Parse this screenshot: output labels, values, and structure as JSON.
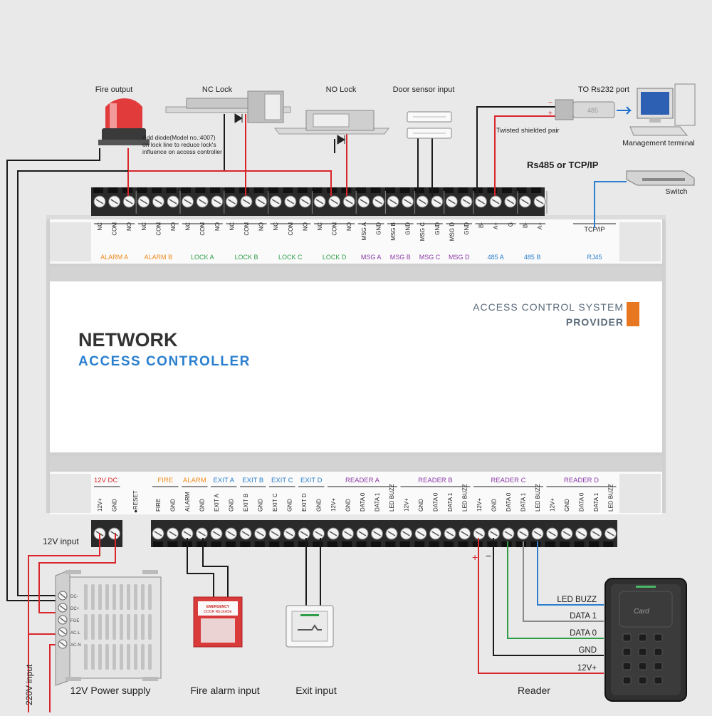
{
  "colors": {
    "orange": "#f08a1c",
    "green": "#2f9e47",
    "purple": "#8c3aa8",
    "blue": "#2a7fcf",
    "red": "#d8262c",
    "accent": "#e87722"
  },
  "controller": {
    "title": "NETWORK",
    "subtitle": "ACCESS CONTROLLER",
    "provider_line1": "ACCESS CONTROL SYSTEM",
    "provider_line2": "PROVIDER"
  },
  "top_terminals": [
    {
      "pins": [
        "NC",
        "COM",
        "NO"
      ],
      "group": "ALARM A",
      "color": "orange"
    },
    {
      "pins": [
        "NC",
        "COM",
        "NO"
      ],
      "group": "ALARM B",
      "color": "orange"
    },
    {
      "pins": [
        "NC",
        "COM",
        "NO"
      ],
      "group": "LOCK A",
      "color": "green"
    },
    {
      "pins": [
        "NC",
        "COM",
        "NO"
      ],
      "group": "LOCK B",
      "color": "green"
    },
    {
      "pins": [
        "NC",
        "COM",
        "NO"
      ],
      "group": "LOCK C",
      "color": "green"
    },
    {
      "pins": [
        "NC",
        "COM",
        "NO"
      ],
      "group": "LOCK D",
      "color": "green"
    },
    {
      "pins": [
        "MSG A",
        "GND"
      ],
      "group": "MSG A",
      "color": "purple"
    },
    {
      "pins": [
        "MSG B",
        "GND"
      ],
      "group": "MSG B",
      "color": "purple"
    },
    {
      "pins": [
        "MSG C",
        "GND"
      ],
      "group": "MSG C",
      "color": "purple"
    },
    {
      "pins": [
        "MSG D",
        "GND"
      ],
      "group": "MSG D",
      "color": "purple"
    },
    {
      "pins": [
        "B-",
        "A+",
        "G"
      ],
      "group": "485 A",
      "color": "blue"
    },
    {
      "pins": [
        "B-",
        "A+"
      ],
      "group": "485 B",
      "color": "blue"
    },
    {
      "pins": [
        "TCP/IP"
      ],
      "group": "RJ45",
      "color": "blue"
    }
  ],
  "bottom_terminals": [
    {
      "pins": [
        "12V+",
        "GND"
      ],
      "group": "12V DC",
      "color": "red"
    },
    {
      "pins": [
        "RESET"
      ],
      "group": "",
      "color": "orange"
    },
    {
      "pins": [
        "FIRE",
        "GND"
      ],
      "group": "FIRE",
      "color": "orange"
    },
    {
      "pins": [
        "ALARM",
        "GND"
      ],
      "group": "ALARM",
      "color": "orange"
    },
    {
      "pins": [
        "EXIT A",
        "GND"
      ],
      "group": "EXIT A",
      "color": "blue"
    },
    {
      "pins": [
        "EXIT B",
        "GND"
      ],
      "group": "EXIT B",
      "color": "blue"
    },
    {
      "pins": [
        "EXIT C",
        "GND"
      ],
      "group": "EXIT C",
      "color": "blue"
    },
    {
      "pins": [
        "EXIT D",
        "GND"
      ],
      "group": "EXIT D",
      "color": "blue"
    },
    {
      "pins": [
        "12V+",
        "GND",
        "DATA 0",
        "DATA 1",
        "LED BUZZ"
      ],
      "group": "READER A",
      "color": "purple"
    },
    {
      "pins": [
        "12V+",
        "GND",
        "DATA 0",
        "DATA 1",
        "LED BUZZ"
      ],
      "group": "READER B",
      "color": "purple"
    },
    {
      "pins": [
        "12V+",
        "GND",
        "DATA 0",
        "DATA 1",
        "LED BUZZ"
      ],
      "group": "READER C",
      "color": "purple"
    },
    {
      "pins": [
        "12V+",
        "GND",
        "DATA 0",
        "DATA 1",
        "LED BUZZ"
      ],
      "group": "READER D",
      "color": "purple"
    }
  ],
  "labels": {
    "fire_output": "Fire output",
    "nc_lock": "NC Lock",
    "no_lock": "NO Lock",
    "door_sensor": "Door sensor input",
    "to_rs232": "TO Rs232 port",
    "diode_note": [
      "Add diode(Model no.:4007)",
      "on lock line to reduce lock's",
      "influence on access controller"
    ],
    "twisted_pair": "Twisted shielded pair",
    "management_terminal": "Management terminal",
    "rs485_tcpip": "Rs485 or TCP/IP",
    "switch": "Switch",
    "converter_text": "485",
    "input_12v": "12V input",
    "input_220v": "220V input",
    "power_supply": "12V Power supply",
    "fire_alarm_input": "Fire alarm input",
    "exit_input": "Exit input",
    "reader": "Reader",
    "plus": "+",
    "minus": "−",
    "reader_card_text": "Card",
    "reader_wires": [
      "LED BUZZ",
      "DATA 1",
      "DATA 0",
      "GND",
      "12V+"
    ],
    "psu_terminals": [
      "DC-",
      "DC+",
      "FGE",
      "AC-L",
      "AC-N"
    ],
    "break_glass_title": "EMERGENCY",
    "break_glass_sub": "DOOR RELEASE"
  },
  "icons": {
    "fire": "alarm-beacon-icon",
    "lock": "electric-lock-icon",
    "sensor": "magnetic-sensor-icon",
    "computer": "desktop-computer-icon",
    "switch": "network-switch-icon",
    "psu": "power-supply-icon",
    "break_glass": "break-glass-icon",
    "exit": "exit-button-icon",
    "reader": "card-reader-keypad-icon"
  }
}
